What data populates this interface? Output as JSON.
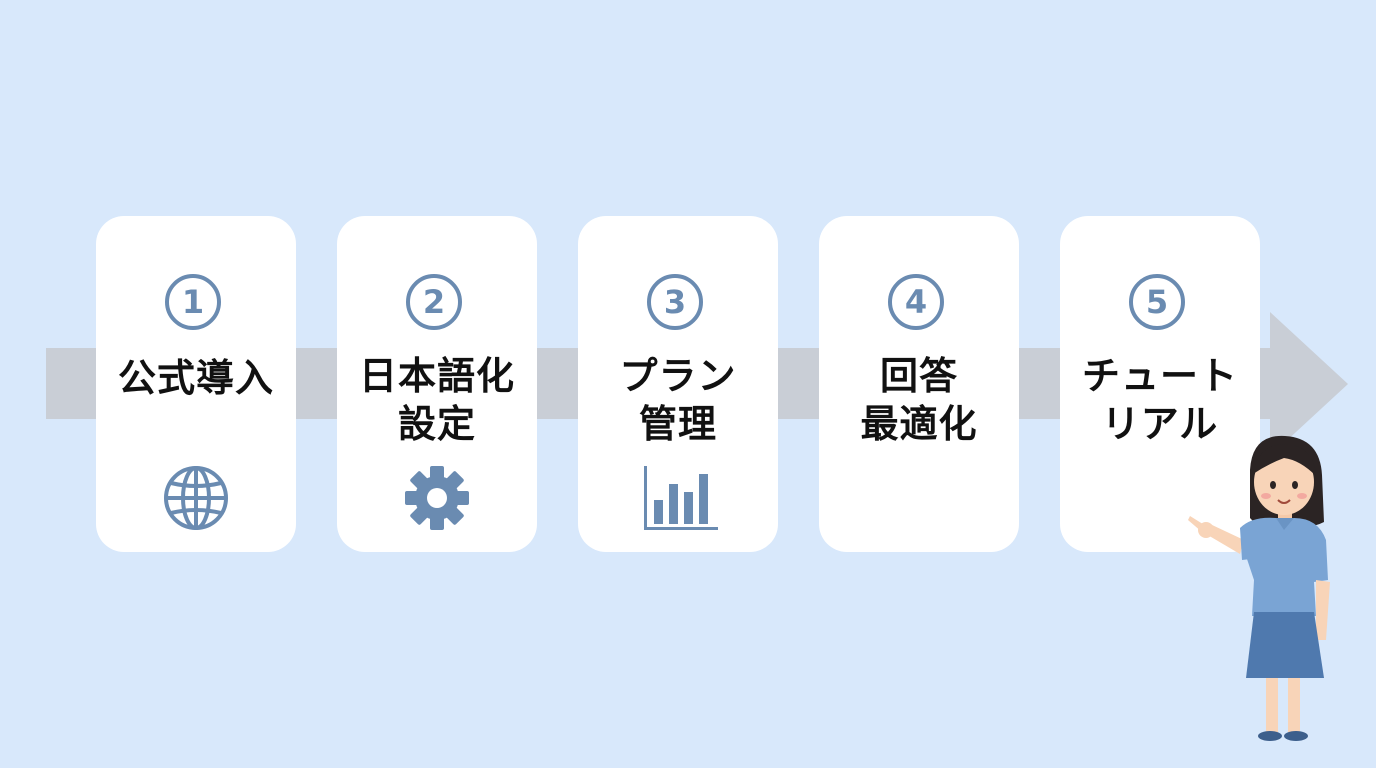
{
  "steps": [
    {
      "number": "1",
      "title_lines": [
        "公式導入"
      ],
      "icon": "globe-icon"
    },
    {
      "number": "2",
      "title_lines": [
        "日本語化",
        "設定"
      ],
      "icon": "gear-icon"
    },
    {
      "number": "3",
      "title_lines": [
        "プラン",
        "管理"
      ],
      "icon": "bar-chart-icon"
    },
    {
      "number": "4",
      "title_lines": [
        "回答",
        "最適化"
      ],
      "icon": ""
    },
    {
      "number": "5",
      "title_lines": [
        "チュート",
        "リアル"
      ],
      "icon": ""
    }
  ],
  "colors": {
    "background": "#d8e8fb",
    "arrow": "#c9ced6",
    "card": "#ffffff",
    "accent": "#6a8bb1",
    "title": "#111111"
  },
  "illustration": "woman-pointing-illustration"
}
